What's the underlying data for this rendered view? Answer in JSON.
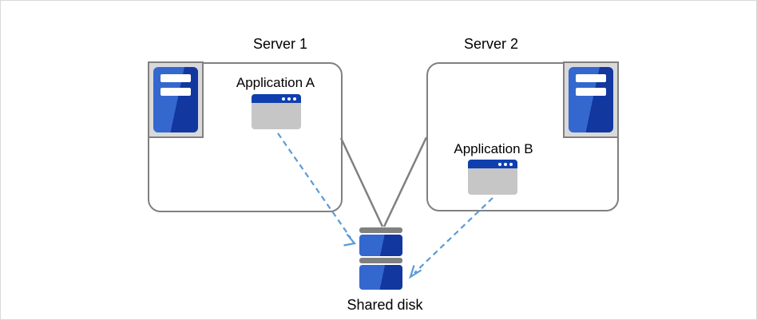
{
  "diagram": {
    "type": "architecture-diagram",
    "description_visible": false
  },
  "nodes": {
    "server1": {
      "label": "Server 1",
      "icon": "server-tower-icon"
    },
    "server2": {
      "label": "Server 2",
      "icon": "server-tower-icon"
    },
    "app_a": {
      "label": "Application A",
      "icon": "application-window-icon"
    },
    "app_b": {
      "label": "Application B",
      "icon": "application-window-icon"
    },
    "shared_disk": {
      "label": "Shared disk",
      "icon": "disk-stack-icon"
    }
  },
  "edges": [
    {
      "from": "server-1",
      "to": "shared-disk",
      "style": "solid-line",
      "color_key": "line_gray",
      "arrow": false
    },
    {
      "from": "server-2",
      "to": "shared-disk",
      "style": "solid-line",
      "color_key": "line_gray",
      "arrow": false
    },
    {
      "from": "application-a",
      "to": "shared-disk",
      "style": "dashed-line",
      "color_key": "arrow_blue",
      "arrow": true
    },
    {
      "from": "application-b",
      "to": "shared-disk",
      "style": "dashed-line",
      "color_key": "arrow_blue",
      "arrow": true
    }
  ],
  "icons": [
    "server-tower-icon",
    "application-window-icon",
    "disk-stack-icon"
  ],
  "colors": {
    "line_gray": "#808080",
    "arrow_blue": "#5b9bd5",
    "icon_blue_light": "#3468cf",
    "icon_blue_dark": "#12379f",
    "titlebar_blue": "#0f3faf",
    "frame_gray": "#d9d9d9",
    "app_body_gray": "#c6c6c6",
    "canvas_border": "#d9d9d9"
  }
}
